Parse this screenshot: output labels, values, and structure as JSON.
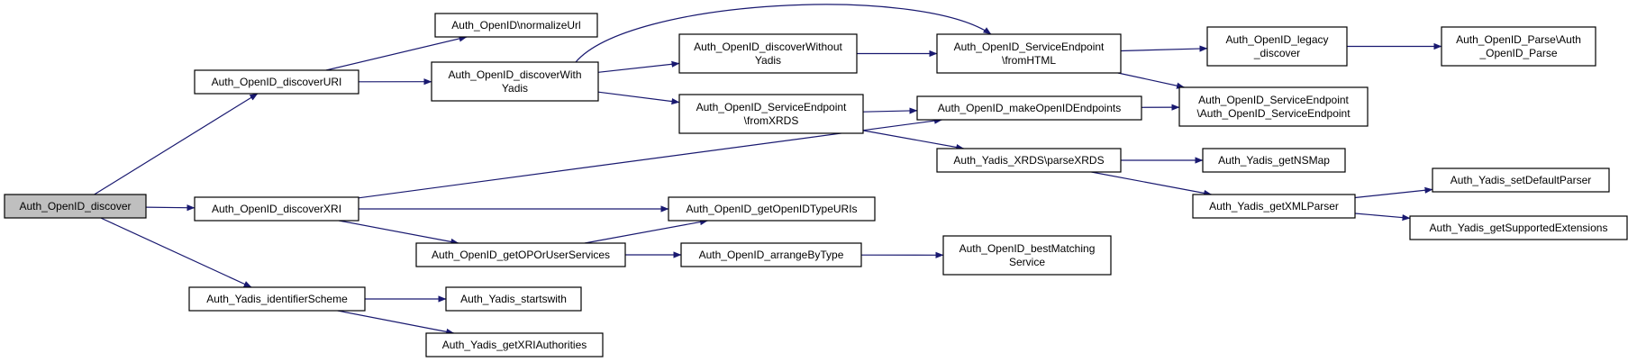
{
  "diagram": {
    "nodes": [
      {
        "id": "discover",
        "lines": [
          "Auth_OpenID_discover"
        ]
      },
      {
        "id": "discoverURI",
        "lines": [
          "Auth_OpenID_discoverURI"
        ]
      },
      {
        "id": "discoverXRI",
        "lines": [
          "Auth_OpenID_discoverXRI"
        ]
      },
      {
        "id": "identifierScheme",
        "lines": [
          "Auth_Yadis_identifierScheme"
        ]
      },
      {
        "id": "normalizeUrl",
        "lines": [
          "Auth_OpenID\\normalizeUrl"
        ]
      },
      {
        "id": "discoverWithYadis",
        "lines": [
          "Auth_OpenID_discoverWith",
          "Yadis"
        ]
      },
      {
        "id": "discoverWithoutYadis",
        "lines": [
          "Auth_OpenID_discoverWithout",
          "Yadis"
        ]
      },
      {
        "id": "fromXRDS",
        "lines": [
          "Auth_OpenID_ServiceEndpoint",
          "\\fromXRDS"
        ]
      },
      {
        "id": "fromHTML",
        "lines": [
          "Auth_OpenID_ServiceEndpoint",
          "\\fromHTML"
        ]
      },
      {
        "id": "makeOpenIDEndpoints",
        "lines": [
          "Auth_OpenID_makeOpenIDEndpoints"
        ]
      },
      {
        "id": "parseXRDS",
        "lines": [
          "Auth_Yadis_XRDS\\parseXRDS"
        ]
      },
      {
        "id": "legacyDiscover",
        "lines": [
          "Auth_OpenID_legacy",
          "_discover"
        ]
      },
      {
        "id": "serviceEndpointCtor",
        "lines": [
          "Auth_OpenID_ServiceEndpoint",
          "\\Auth_OpenID_ServiceEndpoint"
        ]
      },
      {
        "id": "parseCtor",
        "lines": [
          "Auth_OpenID_Parse\\Auth",
          "_OpenID_Parse"
        ]
      },
      {
        "id": "getNSMap",
        "lines": [
          "Auth_Yadis_getNSMap"
        ]
      },
      {
        "id": "getXMLParser",
        "lines": [
          "Auth_Yadis_getXMLParser"
        ]
      },
      {
        "id": "setDefaultParser",
        "lines": [
          "Auth_Yadis_setDefaultParser"
        ]
      },
      {
        "id": "getSupportedExtensions",
        "lines": [
          "Auth_Yadis_getSupportedExtensions"
        ]
      },
      {
        "id": "getOpenIDTypeURIs",
        "lines": [
          "Auth_OpenID_getOpenIDTypeURIs"
        ]
      },
      {
        "id": "getOPOrUserServices",
        "lines": [
          "Auth_OpenID_getOPOrUserServices"
        ]
      },
      {
        "id": "arrangeByType",
        "lines": [
          "Auth_OpenID_arrangeByType"
        ]
      },
      {
        "id": "bestMatchingService",
        "lines": [
          "Auth_OpenID_bestMatching",
          "Service"
        ]
      },
      {
        "id": "startswith",
        "lines": [
          "Auth_Yadis_startswith"
        ]
      },
      {
        "id": "getXRIAuthorities",
        "lines": [
          "Auth_Yadis_getXRIAuthorities"
        ]
      }
    ],
    "edges": [
      {
        "from": "discover",
        "to": "discoverURI"
      },
      {
        "from": "discover",
        "to": "discoverXRI"
      },
      {
        "from": "discover",
        "to": "identifierScheme"
      },
      {
        "from": "discoverURI",
        "to": "normalizeUrl"
      },
      {
        "from": "discoverURI",
        "to": "discoverWithYadis"
      },
      {
        "from": "discoverWithYadis",
        "to": "fromHTML"
      },
      {
        "from": "discoverWithYadis",
        "to": "discoverWithoutYadis"
      },
      {
        "from": "discoverWithYadis",
        "to": "fromXRDS"
      },
      {
        "from": "discoverWithoutYadis",
        "to": "fromHTML"
      },
      {
        "from": "fromXRDS",
        "to": "makeOpenIDEndpoints"
      },
      {
        "from": "fromXRDS",
        "to": "parseXRDS"
      },
      {
        "from": "fromHTML",
        "to": "legacyDiscover"
      },
      {
        "from": "fromHTML",
        "to": "serviceEndpointCtor"
      },
      {
        "from": "legacyDiscover",
        "to": "parseCtor"
      },
      {
        "from": "makeOpenIDEndpoints",
        "to": "serviceEndpointCtor"
      },
      {
        "from": "parseXRDS",
        "to": "getNSMap"
      },
      {
        "from": "parseXRDS",
        "to": "getXMLParser"
      },
      {
        "from": "getXMLParser",
        "to": "setDefaultParser"
      },
      {
        "from": "getXMLParser",
        "to": "getSupportedExtensions"
      },
      {
        "from": "discoverXRI",
        "to": "makeOpenIDEndpoints"
      },
      {
        "from": "discoverXRI",
        "to": "getOpenIDTypeURIs"
      },
      {
        "from": "discoverXRI",
        "to": "getOPOrUserServices"
      },
      {
        "from": "getOPOrUserServices",
        "to": "getOpenIDTypeURIs"
      },
      {
        "from": "getOPOrUserServices",
        "to": "arrangeByType"
      },
      {
        "from": "arrangeByType",
        "to": "bestMatchingService"
      },
      {
        "from": "identifierScheme",
        "to": "startswith"
      },
      {
        "from": "identifierScheme",
        "to": "getXRIAuthorities"
      }
    ],
    "colors": {
      "edge": "#191970",
      "root_fill": "#bfbfbf",
      "node_fill": "#ffffff",
      "border": "#000000"
    }
  }
}
